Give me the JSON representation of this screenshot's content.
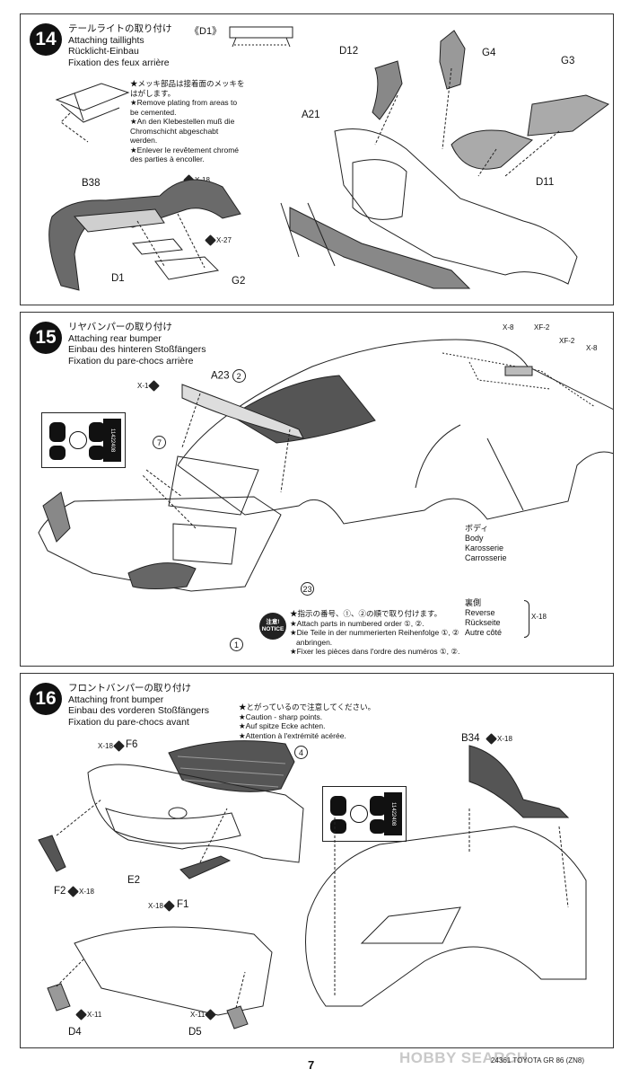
{
  "page": {
    "number": "7",
    "code": "24361 TOYOTA GR 86 (ZN8)"
  },
  "watermark": {
    "brand": "HOBBY SEARCH"
  },
  "step14": {
    "num": "14",
    "title_ja": "テールライトの取り付け",
    "title_en": "Attaching taillights",
    "title_de": "Rücklicht-Einbau",
    "title_fr": "Fixation des feux arrière",
    "inset_label": "《D1》",
    "note": [
      "★メッキ部品は接着面のメッキを",
      "はがします。",
      "★Remove plating from areas to",
      "be cemented.",
      "★An den Klebestellen muß die",
      "Chromschicht abgeschabt",
      "werden.",
      "★Enlever le revêtement chromé",
      "des parties à encoller."
    ],
    "labels": {
      "b38": "B38",
      "d1": "D1",
      "g2": "G2",
      "d12": "D12",
      "g4": "G4",
      "g3": "G3",
      "a21": "A21",
      "d11": "D11"
    },
    "refs": {
      "x18": "X-18",
      "x27": "X-27"
    }
  },
  "step15": {
    "num": "15",
    "title_ja": "リヤバンパーの取り付け",
    "title_en": "Attaching rear bumper",
    "title_de": "Einbau des hinteren Stoßfängers",
    "title_fr": "Fixation du pare-chocs arrière",
    "labels": {
      "a23": "A23",
      "a23n": "2",
      "n7": "7",
      "n23": "23",
      "n1": "1",
      "sticker": "11422408"
    },
    "refs": {
      "x1": "X-1",
      "x8a": "X-8",
      "xf2a": "XF-2",
      "xf2b": "XF-2",
      "x8b": "X-8",
      "x18": "X-18"
    },
    "body": [
      "ボディ",
      "Body",
      "Karosserie",
      "Carrosserie"
    ],
    "reverse": [
      "裏側",
      "Reverse",
      "Rückseite",
      "Autre côté"
    ],
    "notice_badge": [
      "注意!",
      "NOTICE"
    ],
    "notice": [
      "★指示の番号、①、②の順で取り付けます。",
      "★Attach parts in numbered order ①, ②.",
      "★Die Teile in der nummerierten Reihenfolge ①, ②",
      "anbringen.",
      "★Fixer les pièces dans l'ordre des numéros ①, ②."
    ]
  },
  "step16": {
    "num": "16",
    "title_ja": "フロントバンパーの取り付け",
    "title_en": "Attaching front bumper",
    "title_de": "Einbau des vorderen Stoßfängers",
    "title_fr": "Fixation du pare-chocs avant",
    "note": [
      "★とがっているので注意してください。",
      "★Caution - sharp points.",
      "★Auf spitze Ecke achten.",
      "★Attention à l'extrémité acérée."
    ],
    "labels": {
      "f6": "F6",
      "n4": "4",
      "e2": "E2",
      "f2": "F2",
      "f1": "F1",
      "b34": "B34",
      "d4": "D4",
      "d5": "D5",
      "sticker": "11422408"
    },
    "refs": {
      "x18a": "X-18",
      "x18b": "X-18",
      "x18c": "X-18",
      "x18d": "X-18",
      "x11a": "X-11",
      "x11b": "X-11"
    }
  }
}
